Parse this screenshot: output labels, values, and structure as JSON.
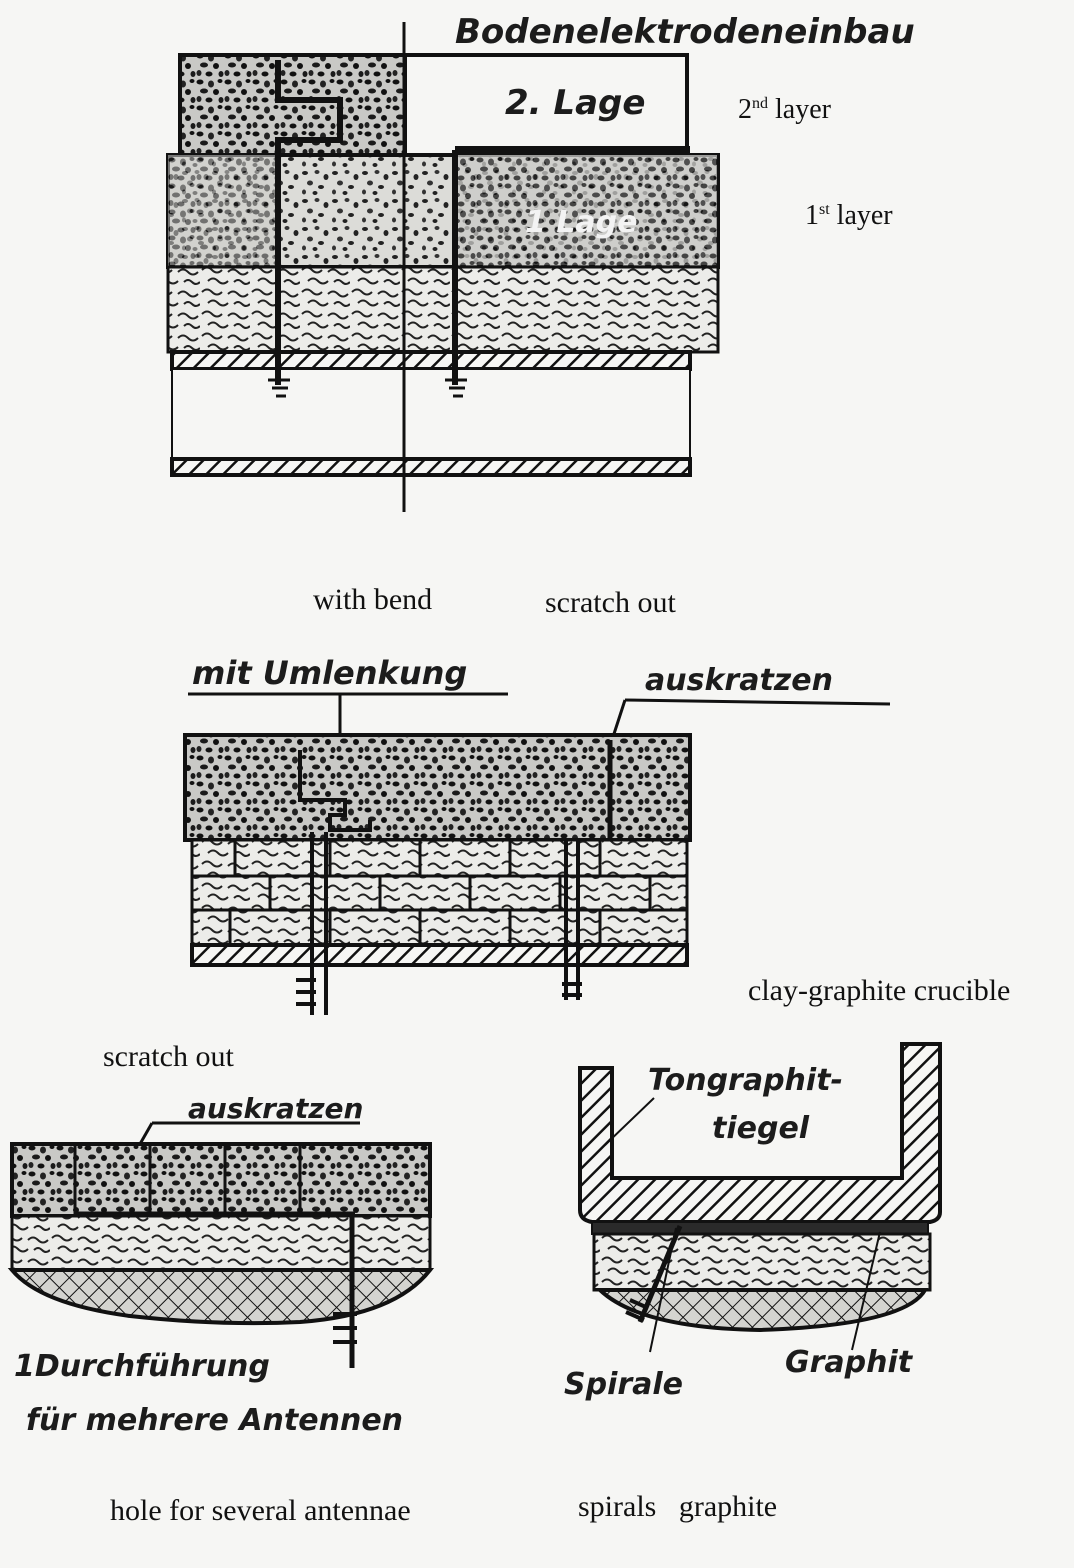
{
  "figure": {
    "top": {
      "title": "Bodenelektrodeneinbau",
      "layer2_label": "2. Lage",
      "layer1_label": "1 Lage",
      "annot_layer2_num": "2",
      "annot_layer2_sup": "nd",
      "annot_layer2_word": " layer",
      "annot_layer1_num": "1",
      "annot_layer1_sup": "st",
      "annot_layer1_word": " layer"
    },
    "middle": {
      "annot_with_bend": "with bend",
      "annot_scratch_out": "scratch out",
      "label_mit_umlenkung": "mit Umlenkung",
      "label_auskratzen": "auskratzen"
    },
    "bottom_left": {
      "annot_scratch_out": "scratch out",
      "label_auskratzen": "auskratzen",
      "label_line1": "1Durchführung",
      "label_line2": "für mehrere Antennen",
      "annot_hole": "hole for several antennae"
    },
    "bottom_right": {
      "annot_crucible": "clay-graphite crucible",
      "label_tiegel_1": "Tongraphit-",
      "label_tiegel_2": "tiegel",
      "label_spirale": "Spirale",
      "label_graphit": "Graphit",
      "annot_spirals_graphite": "spirals   graphite"
    }
  }
}
